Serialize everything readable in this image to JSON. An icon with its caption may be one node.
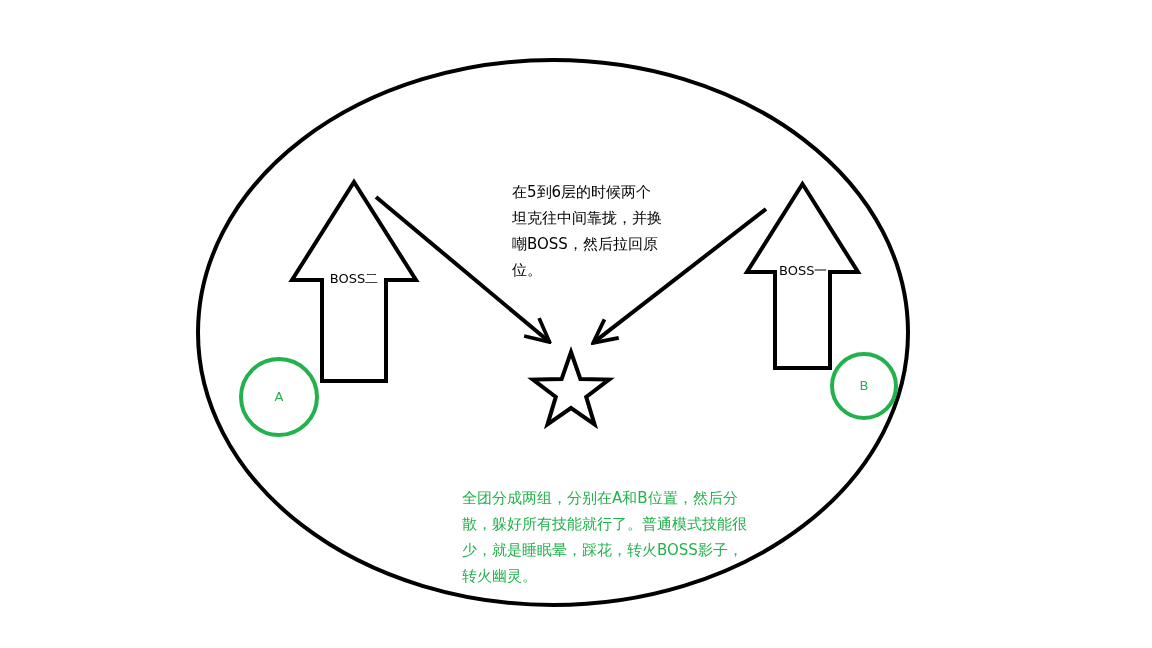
{
  "diagram": {
    "nodes": [
      {
        "text": [],
        "shape": "ellipse"
      },
      {
        "text": [
          "BOSS二"
        ],
        "in": 0
      },
      {
        "text": [
          "BOSS一"
        ],
        "in": 0
      },
      {
        "text": [
          "A"
        ],
        "in": 0
      },
      {
        "text": [
          "B"
        ],
        "in": 0
      },
      {
        "text": [],
        "shape": "star",
        "in": 0
      }
    ],
    "edges": [
      {
        "from": 1,
        "to": 5,
        "arrow": "to"
      },
      {
        "from": 2,
        "to": 5,
        "arrow": "to"
      }
    ],
    "labels": [
      "在5到6层的时候两个坦克往中间靠拢，并换嘲BOSS，然后拉回原位。",
      "全团分成两组，分别在A和B位置，然后分散，躲好所有技能就行了。普通模式技能很少，就是睡眠晕，踩花，转火BOSS影子，转火幽灵。"
    ]
  }
}
